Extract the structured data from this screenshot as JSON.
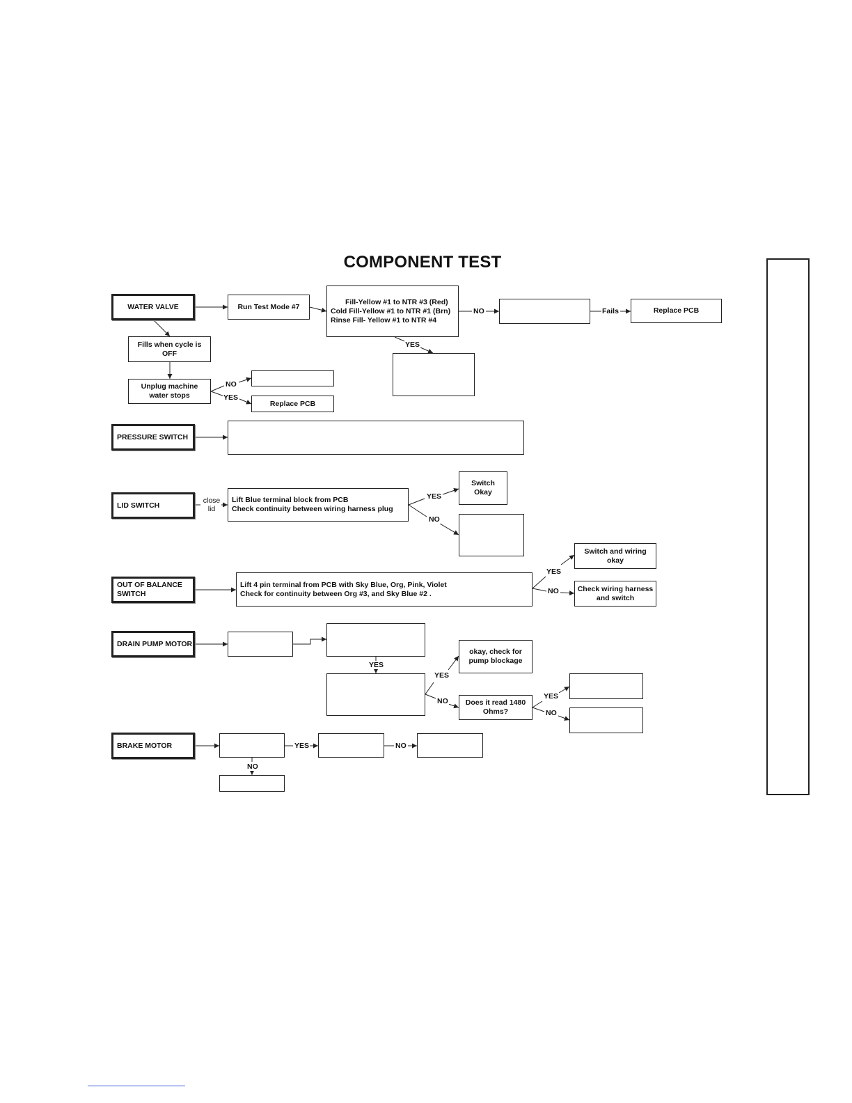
{
  "title": "COMPONENT TEST",
  "components": {
    "water_valve": "WATER VALVE",
    "pressure_switch": "PRESSURE SWITCH",
    "lid_switch": "LID SWITCH",
    "out_of_balance": [
      "OUT OF BALANCE",
      "SWITCH"
    ],
    "drain_pump_motor": "DRAIN PUMP MOTOR",
    "brake_motor": "BRAKE MOTOR"
  },
  "water_valve": {
    "run_test": "Run Test Mode #7",
    "fill_lines": [
      "Fill-Yellow #1 to NTR #3 (Red)",
      "Cold Fill-Yellow #1 to NTR #1 (Brn)",
      "Rinse Fill- Yellow #1 to NTR #4"
    ],
    "replace_pcb": "Replace PCB",
    "fills_when_off": [
      "Fills when cycle is",
      "OFF"
    ],
    "unplug": [
      "Unplug machine",
      "water stops"
    ],
    "replace_pcb_2": "Replace PCB",
    "labels": {
      "no": "NO",
      "fails": "Fails",
      "yes": "YES",
      "no2": "NO",
      "yes2": "YES"
    }
  },
  "lid_switch": {
    "close_lid": [
      "close",
      "lid"
    ],
    "instructions": [
      "Lift Blue terminal block from PCB",
      "Check continuity between wiring harness plug"
    ],
    "switch_okay": [
      "Switch",
      "Okay"
    ],
    "labels": {
      "yes": "YES",
      "no": "NO"
    }
  },
  "out_of_balance": {
    "instructions": [
      "Lift 4 pin terminal from PCB with Sky Blue, Org, Pink, Violet",
      "Check for continuity between Org #3, and Sky Blue #2 ."
    ],
    "switch_wiring_okay": [
      "Switch and wiring",
      "okay"
    ],
    "check_wiring": [
      "Check wiring harness",
      "and switch"
    ],
    "labels": {
      "yes": "YES",
      "no": "NO"
    }
  },
  "drain_pump": {
    "okay_check": [
      "okay, check for",
      "pump blockage"
    ],
    "read_1480": [
      "Does it read 1480",
      "Ohms?"
    ],
    "labels": {
      "yes": "YES",
      "yes2": "YES",
      "no": "NO",
      "yes3": "YES",
      "no2": "NO"
    }
  },
  "brake_motor": {
    "labels": {
      "yes": "YES",
      "no": "NO",
      "no_below": "NO"
    }
  }
}
